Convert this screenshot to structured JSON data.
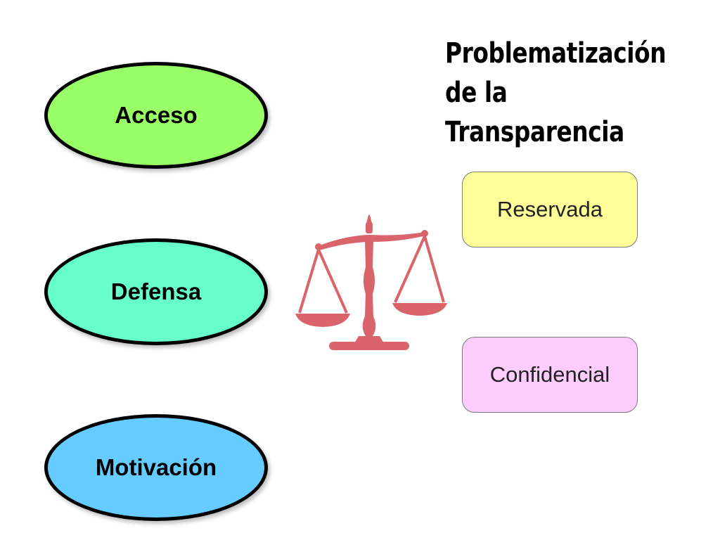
{
  "title": {
    "line1": "Problematización",
    "line2": "de la",
    "line3": "Transparencia"
  },
  "ellipses": [
    {
      "label": "Acceso",
      "color": "#99ff66"
    },
    {
      "label": "Defensa",
      "color": "#66ffcc"
    },
    {
      "label": "Motivación",
      "color": "#66ccff"
    }
  ],
  "boxes": [
    {
      "label": "Reservada",
      "color": "#ffff99"
    },
    {
      "label": "Confidencial",
      "color": "#ffccff"
    }
  ],
  "scale_icon": {
    "name": "scales-of-justice-icon",
    "color": "#d9646b"
  }
}
